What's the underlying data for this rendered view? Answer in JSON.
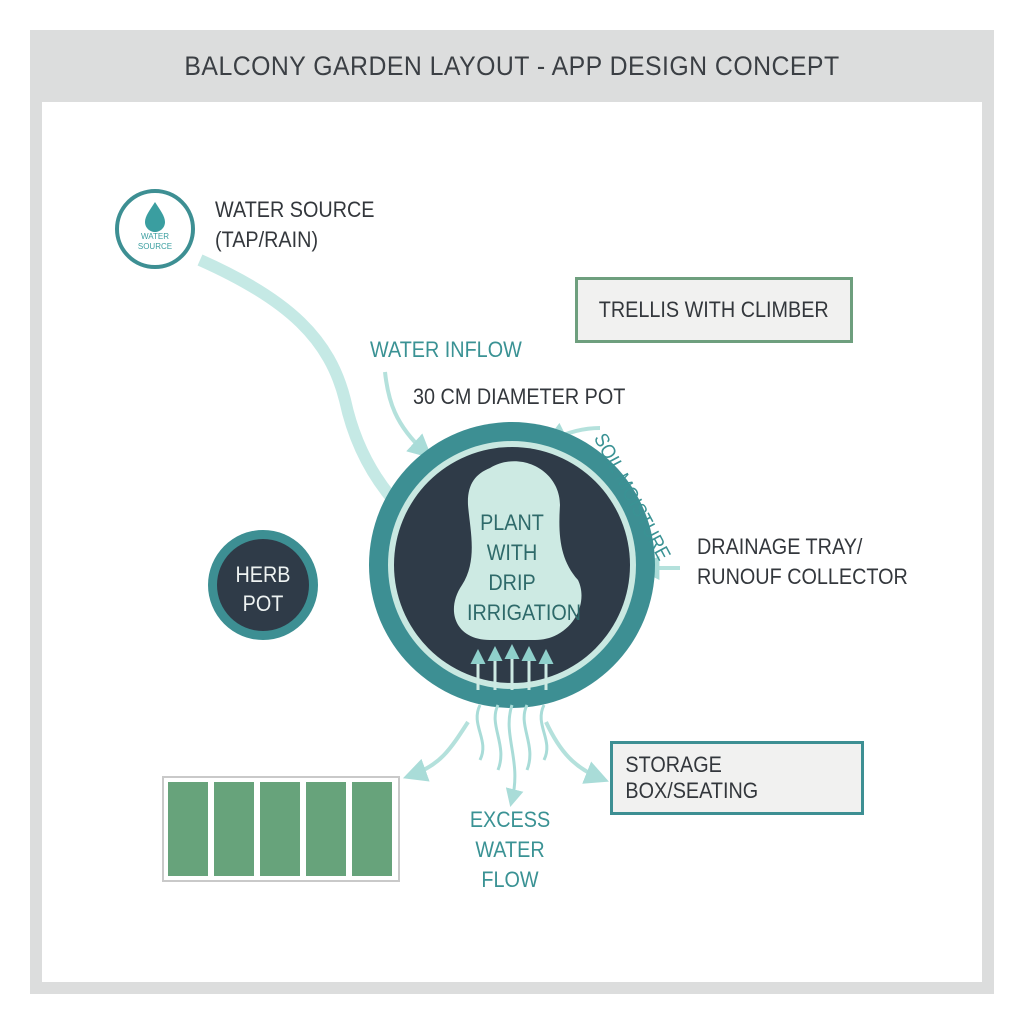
{
  "header": {
    "title": "BALCONY GARDEN LAYOUT - APP DESIGN CONCEPT"
  },
  "nodes": {
    "water_source": {
      "icon_label": "WATER\nSOURCE",
      "label": "WATER SOURCE\n(TAP/RAIN)",
      "icon": "water-drop-icon"
    },
    "trellis": {
      "label": "TRELLIS WITH CLIMBER"
    },
    "water_inflow": {
      "label": "WATER INFLOW"
    },
    "pot_size": {
      "label": "30 CM DIAMETER POT"
    },
    "soil_moisture": {
      "label": "SOIL MOISTURE"
    },
    "drainage": {
      "label": "DRAINAGE TRAY/\nRUNOUF COLLECTOR"
    },
    "plant": {
      "label": "PLANT\nWITH\nDRIP\nIRRIGATION"
    },
    "herb_pot": {
      "label": "HERB\nPOT"
    },
    "storage": {
      "label": "STORAGE BOX/SEATING"
    },
    "excess_water": {
      "label": "EXCESS\nWATER FLOW"
    },
    "raised_bed": {
      "segments": 5
    }
  },
  "colors": {
    "teal": "#3d8f93",
    "dark_navy": "#2f3b48",
    "mint": "#cdeae3",
    "arrow": "#a9dcd8",
    "green_bed": "#67a37b",
    "green_border": "#6e9f7e",
    "frame_gray": "#dcdddd"
  }
}
